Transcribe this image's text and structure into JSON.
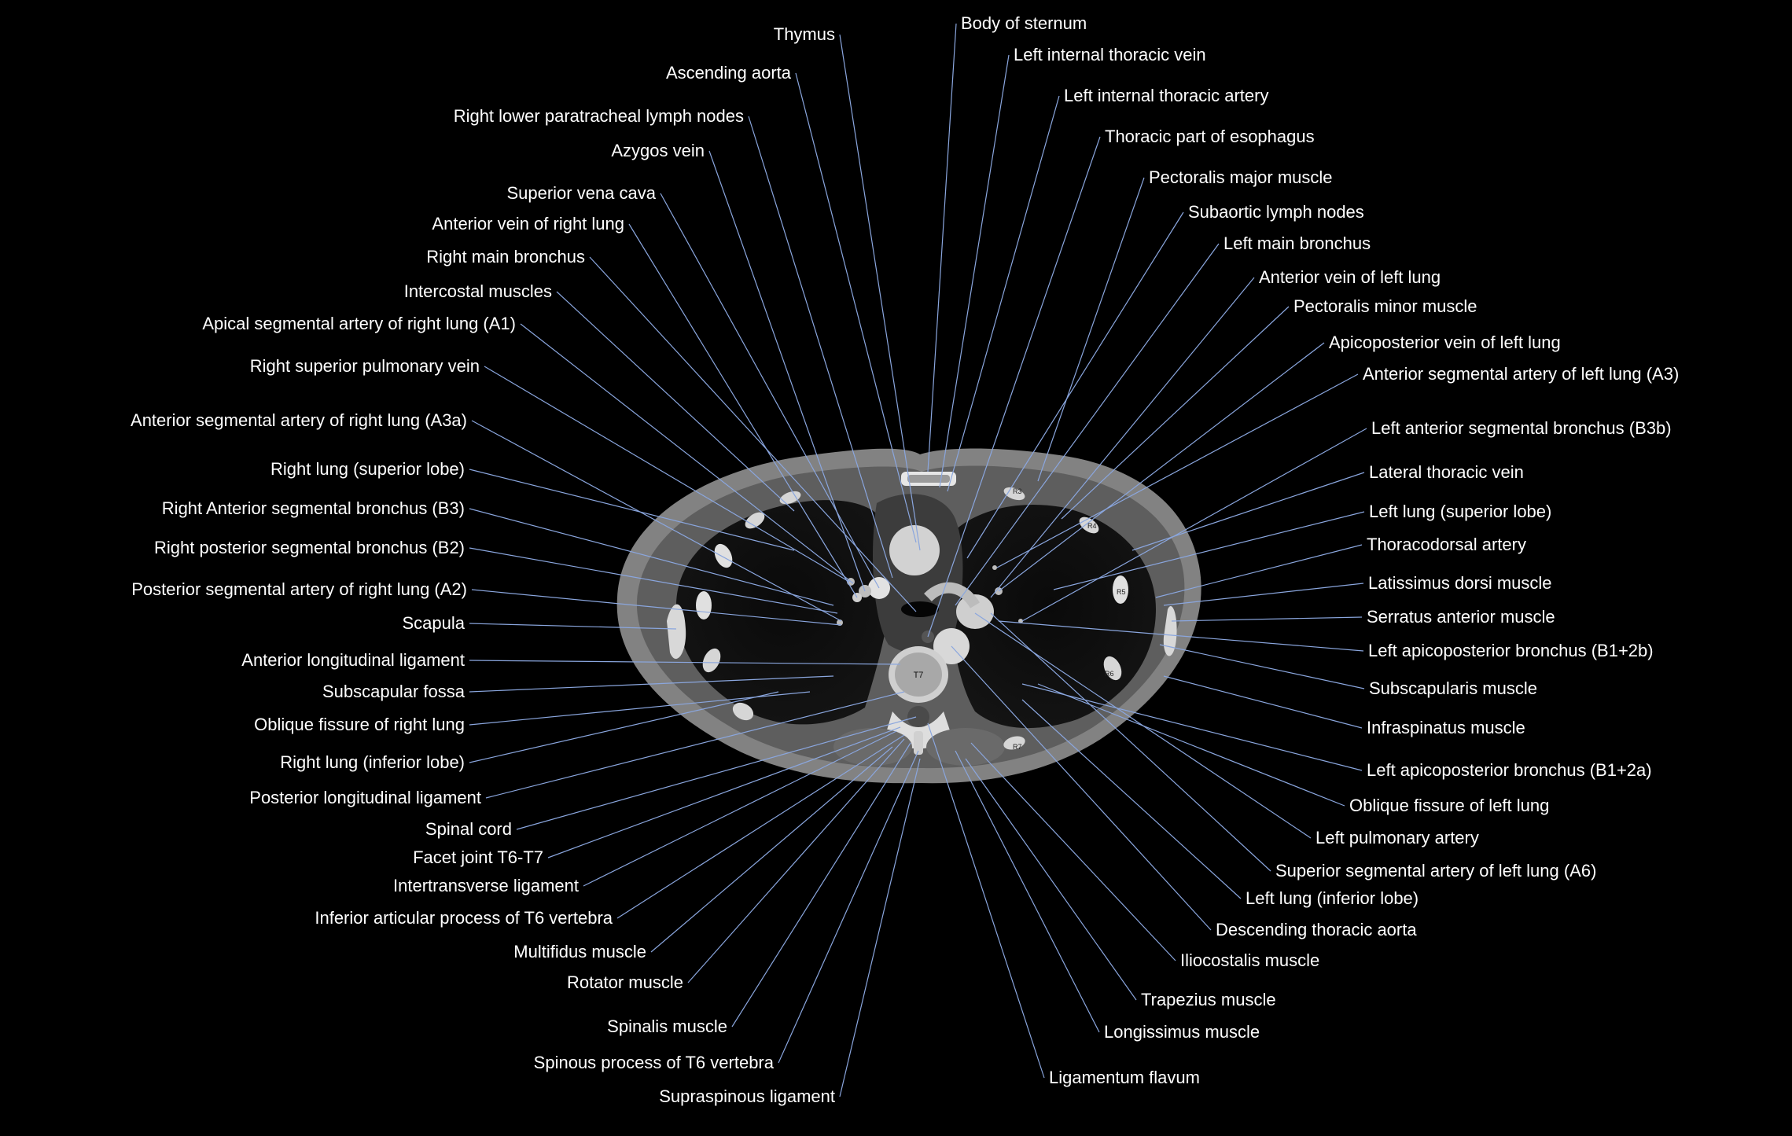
{
  "vertebra_label": "T7",
  "rib_labels": [
    "R3",
    "R4",
    "R5",
    "R6",
    "R7"
  ],
  "leader_color": "#8aa6de",
  "labels_left": [
    {
      "text": "Thymus",
      "target": "thymus"
    },
    {
      "text": "Ascending aorta",
      "target": "ascending-aorta"
    },
    {
      "text": "Right lower paratracheal lymph nodes",
      "target": "paratracheal-nodes"
    },
    {
      "text": "Azygos vein",
      "target": "azygos"
    },
    {
      "text": "Superior vena cava",
      "target": "svc"
    },
    {
      "text": "Anterior vein of right lung",
      "target": "r-hilum"
    },
    {
      "text": "Right main bronchus",
      "target": "r-bronchus"
    },
    {
      "text": "Intercostal muscles",
      "target": "r-intercostal"
    },
    {
      "text": "Apical segmental artery of right lung (A1)",
      "target": "r-a1"
    },
    {
      "text": "Right superior pulmonary vein",
      "target": "r-spv"
    },
    {
      "text": "Anterior segmental artery of right lung (A3a)",
      "target": "r-a3a"
    },
    {
      "text": "Right lung (superior lobe)",
      "target": "r-upper-lobe"
    },
    {
      "text": "Right Anterior segmental bronchus (B3)",
      "target": "r-b3"
    },
    {
      "text": "Right posterior segmental bronchus (B2)",
      "target": "r-b2"
    },
    {
      "text": "Posterior segmental artery of right lung (A2)",
      "target": "r-a2"
    },
    {
      "text": "Scapula",
      "target": "r-scapula"
    },
    {
      "text": "Anterior longitudinal ligament",
      "target": "all"
    },
    {
      "text": "Subscapular fossa",
      "target": "r-subscap-fossa"
    },
    {
      "text": "Oblique fissure of right lung",
      "target": "r-fissure"
    },
    {
      "text": "Right lung (inferior lobe)",
      "target": "r-lower-lobe"
    },
    {
      "text": "Posterior longitudinal ligament",
      "target": "pll"
    },
    {
      "text": "Spinal cord",
      "target": "cord"
    },
    {
      "text": "Facet joint T6-T7",
      "target": "facet"
    },
    {
      "text": "Intertransverse ligament",
      "target": "intertrans"
    },
    {
      "text": "Inferior articular process of T6 vertebra",
      "target": "iap"
    },
    {
      "text": "Multifidus muscle",
      "target": "multifidus"
    },
    {
      "text": "Rotator muscle",
      "target": "rotator"
    },
    {
      "text": "Spinalis muscle",
      "target": "spinalis"
    },
    {
      "text": "Spinous process of T6 vertebra",
      "target": "spinous"
    },
    {
      "text": "Supraspinous ligament",
      "target": "supraspinous"
    }
  ],
  "labels_right": [
    {
      "text": "Body of sternum",
      "target": "sternum"
    },
    {
      "text": "Left internal thoracic vein",
      "target": "l-itv"
    },
    {
      "text": "Left internal thoracic artery",
      "target": "l-ita"
    },
    {
      "text": "Thoracic part of esophagus",
      "target": "esophagus"
    },
    {
      "text": "Pectoralis major muscle",
      "target": "pec-major"
    },
    {
      "text": "Subaortic lymph nodes",
      "target": "subaortic"
    },
    {
      "text": "Left main bronchus",
      "target": "l-bronchus"
    },
    {
      "text": "Anterior vein of left lung",
      "target": "l-ant-vein"
    },
    {
      "text": "Pectoralis minor muscle",
      "target": "pec-minor"
    },
    {
      "text": "Apicoposterior vein of left lung",
      "target": "l-apv"
    },
    {
      "text": "Anterior segmental artery of left lung (A3)",
      "target": "l-a3"
    },
    {
      "text": "Left anterior segmental bronchus (B3b)",
      "target": "l-b3b"
    },
    {
      "text": "Lateral thoracic vein",
      "target": "lat-thor-vein"
    },
    {
      "text": "Left lung (superior lobe)",
      "target": "l-upper-lobe"
    },
    {
      "text": "Thoracodorsal artery",
      "target": "thoracodorsal"
    },
    {
      "text": "Latissimus dorsi muscle",
      "target": "lat-dorsi"
    },
    {
      "text": "Serratus anterior muscle",
      "target": "serratus"
    },
    {
      "text": "Left apicoposterior bronchus (B1+2b)",
      "target": "l-b12b"
    },
    {
      "text": "Subscapularis muscle",
      "target": "subscapularis"
    },
    {
      "text": "Infraspinatus muscle",
      "target": "infraspinatus"
    },
    {
      "text": "Left apicoposterior bronchus (B1+2a)",
      "target": "l-b12a"
    },
    {
      "text": "Oblique fissure of left lung",
      "target": "l-fissure"
    },
    {
      "text": "Left pulmonary artery",
      "target": "l-pa"
    },
    {
      "text": "Superior segmental artery of left lung (A6)",
      "target": "l-a6"
    },
    {
      "text": "Left lung (inferior lobe)",
      "target": "l-lower-lobe"
    },
    {
      "text": "Descending thoracic aorta",
      "target": "desc-aorta"
    },
    {
      "text": "Iliocostalis muscle",
      "target": "iliocostalis"
    },
    {
      "text": "Trapezius muscle",
      "target": "trapezius"
    },
    {
      "text": "Longissimus muscle",
      "target": "longissimus"
    },
    {
      "text": "Ligamentum flavum",
      "target": "lig-flavum"
    }
  ]
}
